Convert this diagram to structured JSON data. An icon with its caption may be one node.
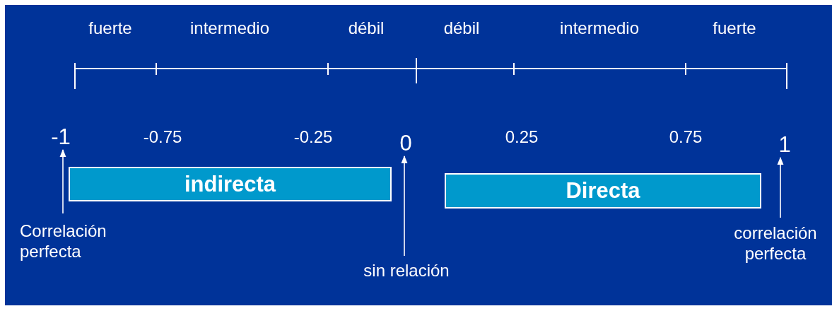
{
  "diagram": {
    "nodes": [
      {
        "text": [
          "-1"
        ]
      },
      {
        "text": [
          "0"
        ]
      },
      {
        "text": [
          "1"
        ]
      },
      {
        "text": [
          "indirecta"
        ]
      },
      {
        "text": [
          "Directa"
        ]
      },
      {
        "text": [
          "Correlación perfecta"
        ]
      },
      {
        "text": [
          "sin relación"
        ]
      },
      {
        "text": [
          "correlación perfecta"
        ]
      }
    ],
    "edges": [
      {
        "from": 5,
        "to": 0,
        "arrow": "to"
      },
      {
        "from": 6,
        "to": 1,
        "arrow": "to"
      },
      {
        "from": 7,
        "to": 2,
        "arrow": "to"
      }
    ],
    "labels": [
      "fuerte",
      "intermedio",
      "débil",
      "débil",
      "intermedio",
      "fuerte",
      "-0.75",
      "-0.25",
      "0.25",
      "0.75"
    ]
  }
}
